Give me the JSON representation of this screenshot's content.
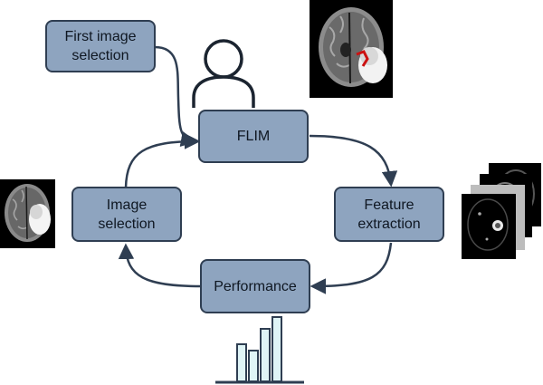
{
  "nodes": {
    "first_selection": "First image\nselection",
    "flim": "FLIM",
    "feature_extraction": "Feature\nextraction",
    "performance": "Performance",
    "image_selection": "Image\nselection"
  },
  "icons": {
    "user": "user-icon",
    "mri_annotated": "brain-mri-annotated-icon",
    "mri_left": "brain-mri-icon",
    "feature_maps": "feature-maps-stack-icon",
    "bar_chart": "bar-chart-icon"
  },
  "colors": {
    "box_fill": "#8ea4bf",
    "box_stroke": "#2f3e52",
    "arrow": "#2f3e52",
    "annotation": "#cc1111",
    "bar_fill": "#dff4f6"
  }
}
